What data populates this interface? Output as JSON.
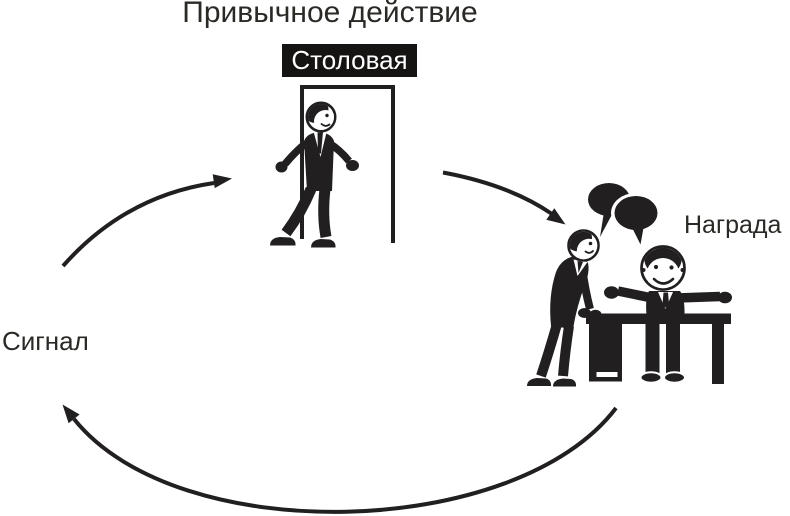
{
  "diagram": {
    "title": "Привычное действие",
    "sign": "Столовая",
    "cue": "Сигнал",
    "reward": "Награда"
  },
  "colors": {
    "ink": "#221f20",
    "text": "#2b2926",
    "sign_background": "#161413",
    "sign_text": "#ffffff",
    "background": "#ffffff"
  },
  "icons": {
    "doorway": "doorway-icon",
    "walking_person": "walking-person-icon",
    "speech_bubbles": "speech-bubbles-icon",
    "standing_person": "standing-person-icon",
    "sitting_person": "sitting-person-icon",
    "desk": "desk-icon",
    "arrows": [
      "arrow-cue-to-routine",
      "arrow-routine-to-reward",
      "arrow-reward-to-cue"
    ]
  }
}
